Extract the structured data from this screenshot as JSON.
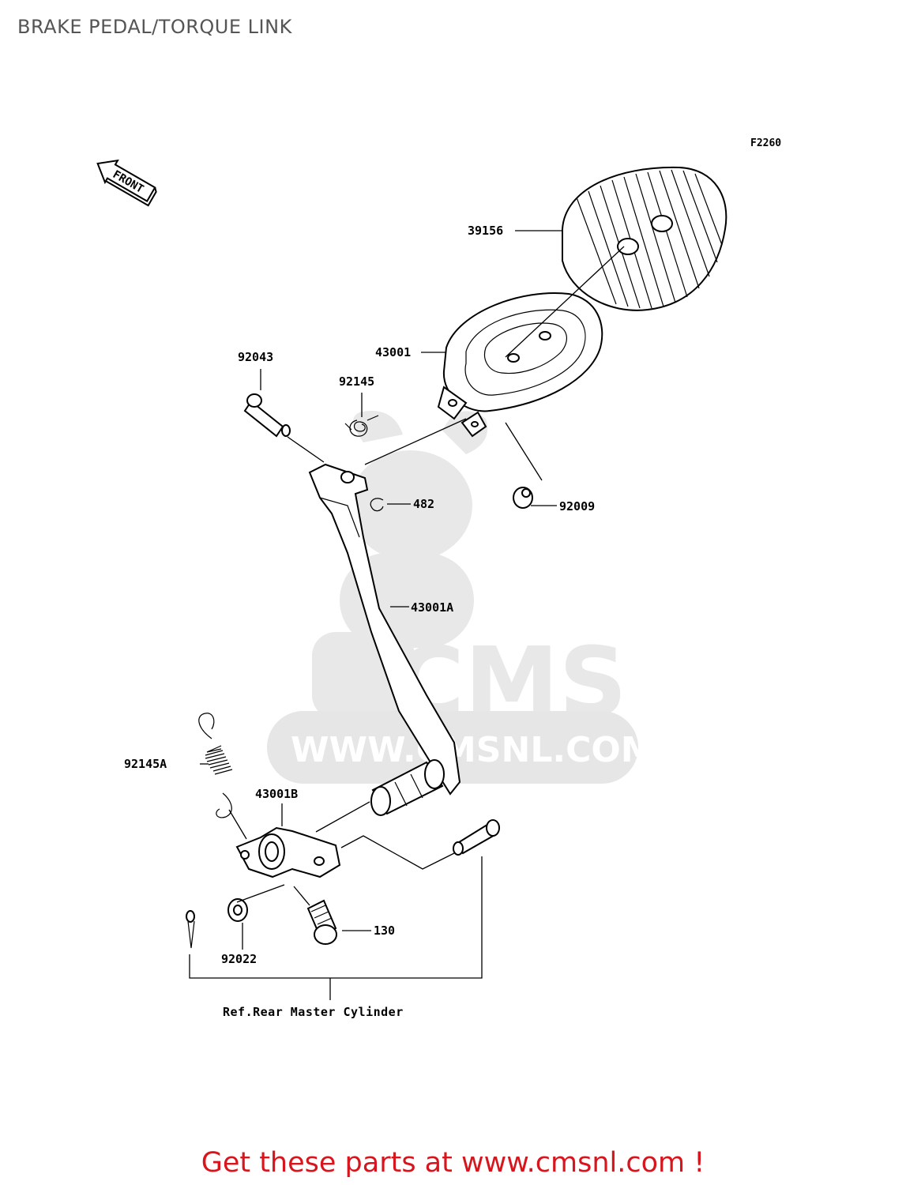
{
  "page": {
    "title": "BRAKE PEDAL/TORQUE LINK",
    "figure_code": "F2260",
    "footer_link": "Get these parts at www.cmsnl.com !",
    "footer_color": "#d8141c",
    "title_color": "#555555"
  },
  "orientation": {
    "label": "FRONT",
    "icon": "front-arrow-icon"
  },
  "watermark": {
    "brand": "CMS",
    "url": "WWW.CMSNL.COM",
    "color": "#e6e6e6"
  },
  "parts": [
    {
      "id": "39156",
      "label": "39156"
    },
    {
      "id": "43001",
      "label": "43001"
    },
    {
      "id": "92043",
      "label": "92043"
    },
    {
      "id": "92145",
      "label": "92145"
    },
    {
      "id": "482",
      "label": "482"
    },
    {
      "id": "92009",
      "label": "92009"
    },
    {
      "id": "43001A",
      "label": "43001A"
    },
    {
      "id": "92145A",
      "label": "92145A"
    },
    {
      "id": "43001B",
      "label": "43001B"
    },
    {
      "id": "130",
      "label": "130"
    },
    {
      "id": "92022",
      "label": "92022"
    }
  ],
  "reference": {
    "label": "Ref.Rear Master Cylinder"
  }
}
